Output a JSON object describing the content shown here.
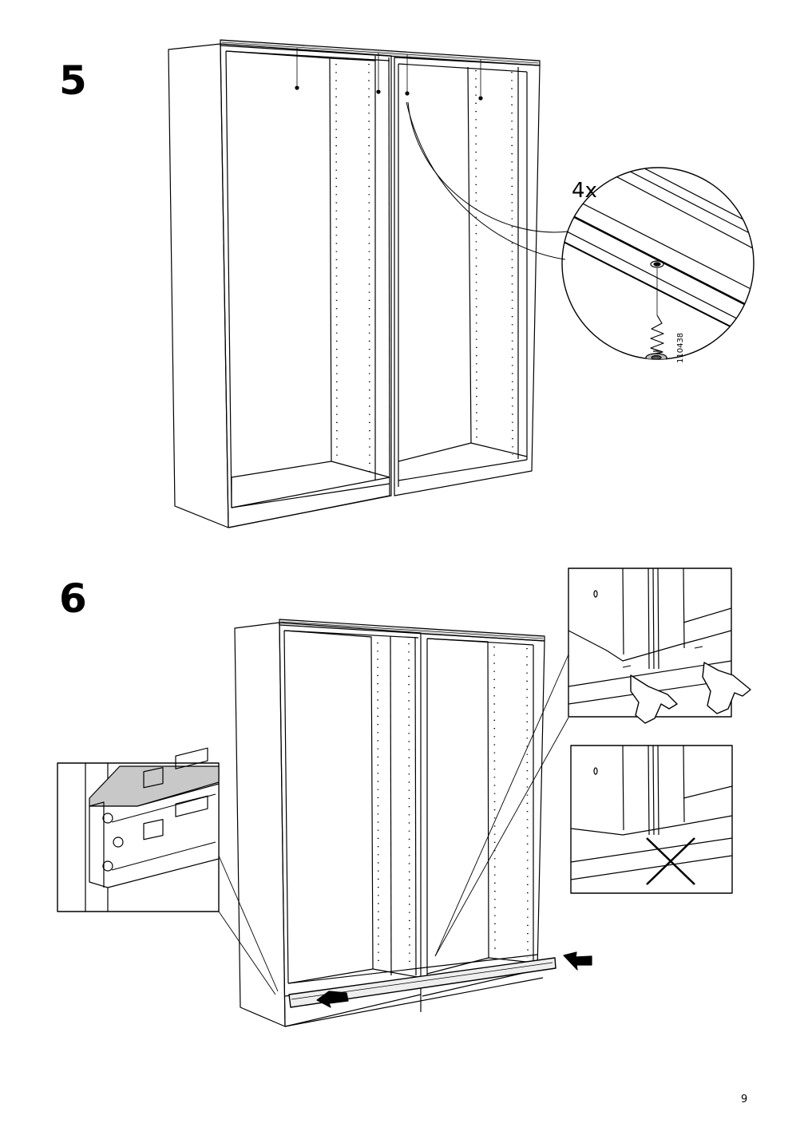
{
  "steps": [
    {
      "number": "5",
      "quantity_label": "4x",
      "part_number": "110438"
    },
    {
      "number": "6"
    }
  ],
  "page_number": "9"
}
